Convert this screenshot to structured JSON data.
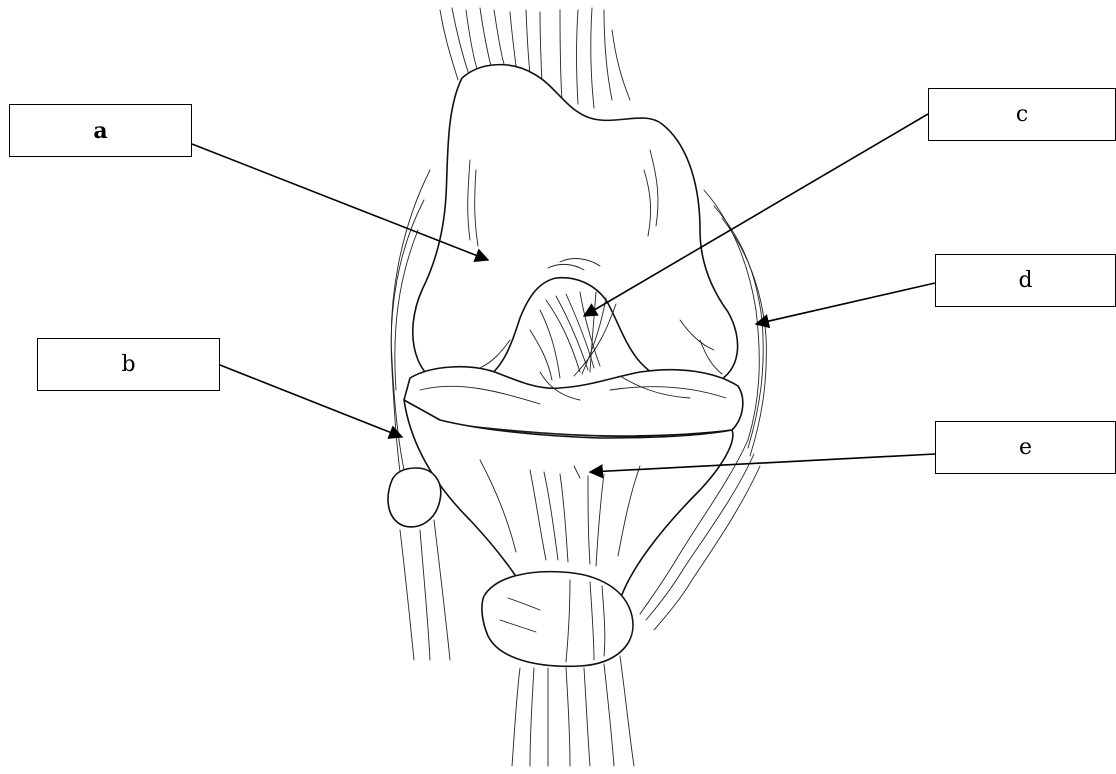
{
  "labels": {
    "a": "a",
    "b": "b",
    "c": "c",
    "d": "d",
    "e": "e"
  },
  "colors": {
    "ink": "#111111",
    "background": "#ffffff"
  }
}
